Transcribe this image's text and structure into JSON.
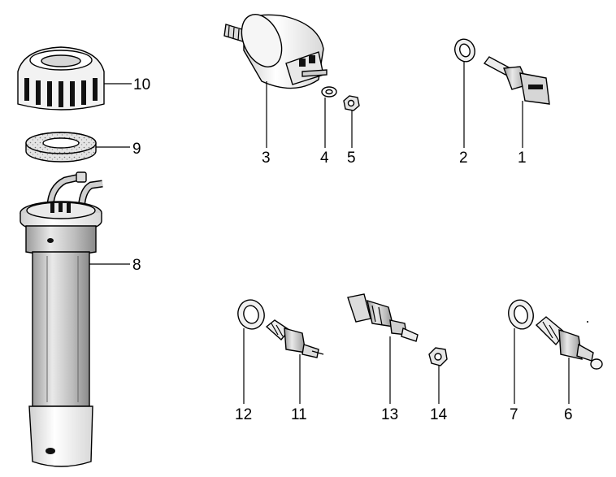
{
  "labels": {
    "l1": "1",
    "l2": "2",
    "l3": "3",
    "l4": "4",
    "l5": "5",
    "l6": "6",
    "l7": "7",
    "l8": "8",
    "l9": "9",
    "l10": "10",
    "l11": "11",
    "l12": "12",
    "l13": "13",
    "l14": "14"
  },
  "colors": {
    "ink": "#000000",
    "metal_light": "#e6e6e6",
    "metal_mid": "#bdbdbd",
    "metal_dark": "#8f8f8f"
  }
}
